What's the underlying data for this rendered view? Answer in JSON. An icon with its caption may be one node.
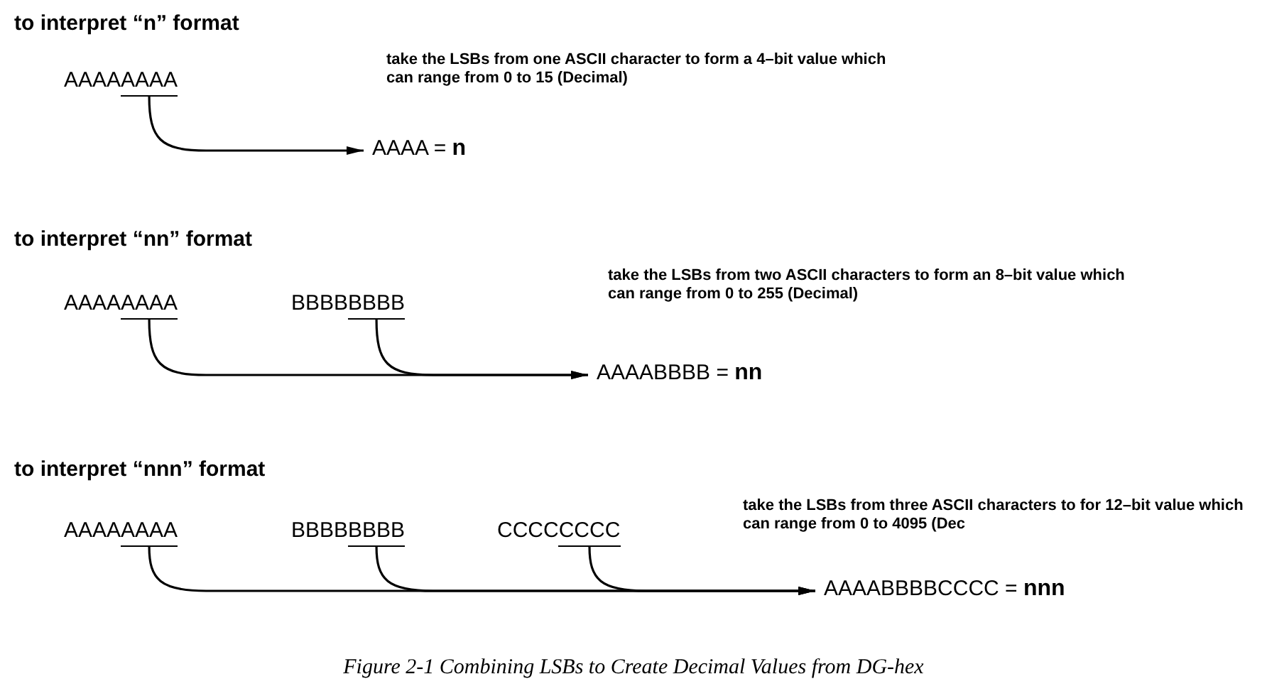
{
  "diagram": {
    "caption": "Figure 2-1 Combining LSBs to Create Decimal Values from DG-hex",
    "nodes": [
      {
        "text": [
          "AAAAAAAA"
        ]
      },
      {
        "text": [
          "AAAA = **n**"
        ]
      },
      {
        "text": [
          "AAAAAAAA"
        ]
      },
      {
        "text": [
          "BBBBBBBB"
        ]
      },
      {
        "text": [
          "AAAABBBB = **nn**"
        ]
      },
      {
        "text": [
          "AAAAAAAA"
        ]
      },
      {
        "text": [
          "BBBBBBBB"
        ]
      },
      {
        "text": [
          "CCCCCCCC"
        ]
      },
      {
        "text": [
          "AAAABBBBCCCC = **nnn**"
        ]
      }
    ],
    "edges": [
      {
        "from": 0,
        "to": 1,
        "arrow": "to"
      },
      {
        "from": 2,
        "to": 4,
        "arrow": "to"
      },
      {
        "from": 3,
        "to": 4,
        "arrow": "to"
      },
      {
        "from": 5,
        "to": 8,
        "arrow": "to"
      },
      {
        "from": 6,
        "to": 8,
        "arrow": "to"
      },
      {
        "from": 7,
        "to": 8,
        "arrow": "to"
      }
    ],
    "labels": [
      "to interpret “n” format",
      "take the LSBs from one ASCII character to form a 4–bit value which can range from 0 to 15 (Decimal)",
      "to interpret “nn” format",
      "take the LSBs from two ASCII characters to form an 8–bit value which can range from 0 to 255 (Decimal)",
      "to interpret “nnn” format",
      "take the LSBs from three ASCII characters to for 12–bit value which can range from 0 to 4095 (Dec"
    ]
  }
}
